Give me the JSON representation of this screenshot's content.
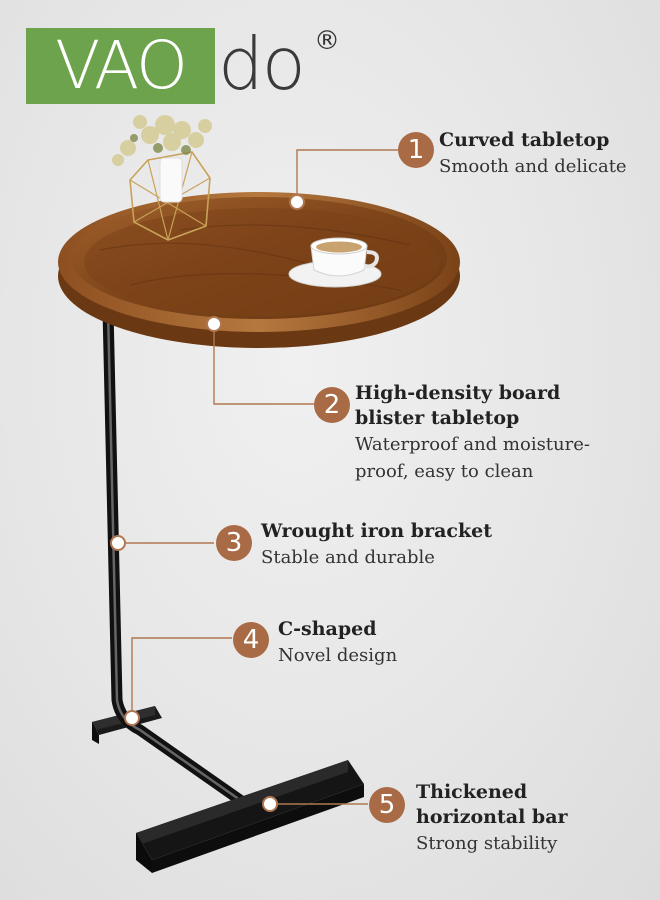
{
  "brand": {
    "logo_main": "VAO",
    "logo_suffix": "do",
    "registered": "®"
  },
  "colors": {
    "accent": "#a86b45",
    "logo_green": "#6ea34d",
    "wood": "#8b4f22",
    "metal": "#1c1c1c"
  },
  "features": [
    {
      "number": "1",
      "title_lines": [
        "Curved tabletop"
      ],
      "desc_lines": [
        "Smooth and delicate"
      ]
    },
    {
      "number": "2",
      "title_lines": [
        "High-density board",
        "blister tabletop"
      ],
      "desc_lines": [
        "Waterproof and moisture-",
        "proof, easy to clean"
      ]
    },
    {
      "number": "3",
      "title_lines": [
        "Wrought iron bracket"
      ],
      "desc_lines": [
        "Stable and durable"
      ]
    },
    {
      "number": "4",
      "title_lines": [
        "C-shaped"
      ],
      "desc_lines": [
        "Novel design"
      ]
    },
    {
      "number": "5",
      "title_lines": [
        "Thickened",
        "horizontal bar"
      ],
      "desc_lines": [
        "Strong stability"
      ]
    }
  ]
}
